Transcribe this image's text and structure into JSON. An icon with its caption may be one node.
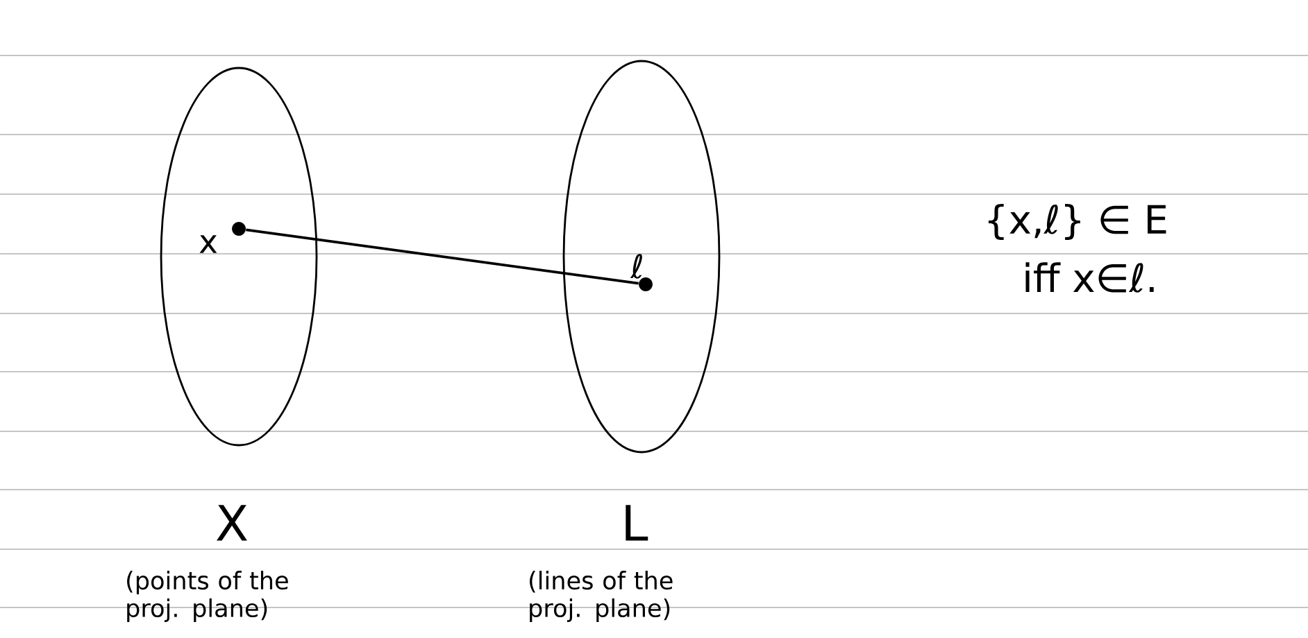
{
  "diagram": {
    "nodes": [
      {
        "text": [
          "X"
        ]
      },
      {
        "text": [
          "x"
        ],
        "in": 0
      },
      {
        "text": [
          "L"
        ]
      },
      {
        "text": [
          "ℓ"
        ],
        "in": 2
      }
    ],
    "edges": [
      {
        "from": 1,
        "to": 3,
        "arrow": "none"
      }
    ],
    "labels": [
      "{x,ℓ} ∈ E",
      "iff x∈ℓ.",
      "(points of the proj. plane)",
      "(lines of the proj. plane)"
    ]
  }
}
